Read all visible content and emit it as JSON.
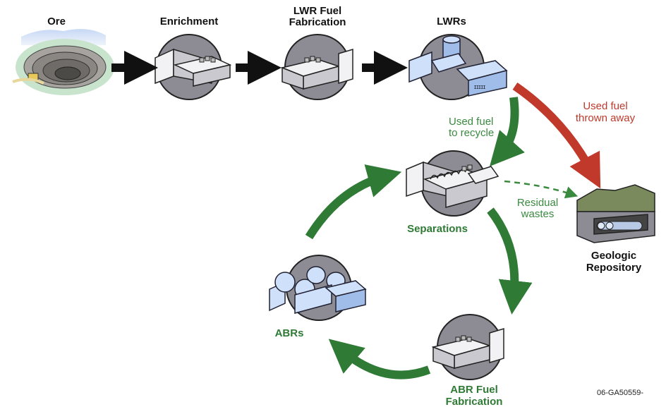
{
  "stages": {
    "ore": "Ore",
    "enrichment": "Enrichment",
    "lwr_fuel_fab_line1": "LWR Fuel",
    "lwr_fuel_fab_line2": "Fabrication",
    "lwrs": "LWRs",
    "separations": "Separations",
    "abrs": "ABRs",
    "abr_fuel_fab_line1": "ABR Fuel",
    "abr_fuel_fab_line2": "Fabrication",
    "repository_line1": "Geologic",
    "repository_line2": "Repository"
  },
  "flows": {
    "used_fuel_recycle_line1": "Used fuel",
    "used_fuel_recycle_line2": "to recycle",
    "used_fuel_thrown_line1": "Used fuel",
    "used_fuel_thrown_line2": "thrown away",
    "residual_line1": "Residual",
    "residual_line2": "wastes"
  },
  "figure_code": "06-GA50559-",
  "colors": {
    "recycle_green": "#2f7a35",
    "throwaway_red": "#c0392b",
    "forward_black": "#111111"
  }
}
